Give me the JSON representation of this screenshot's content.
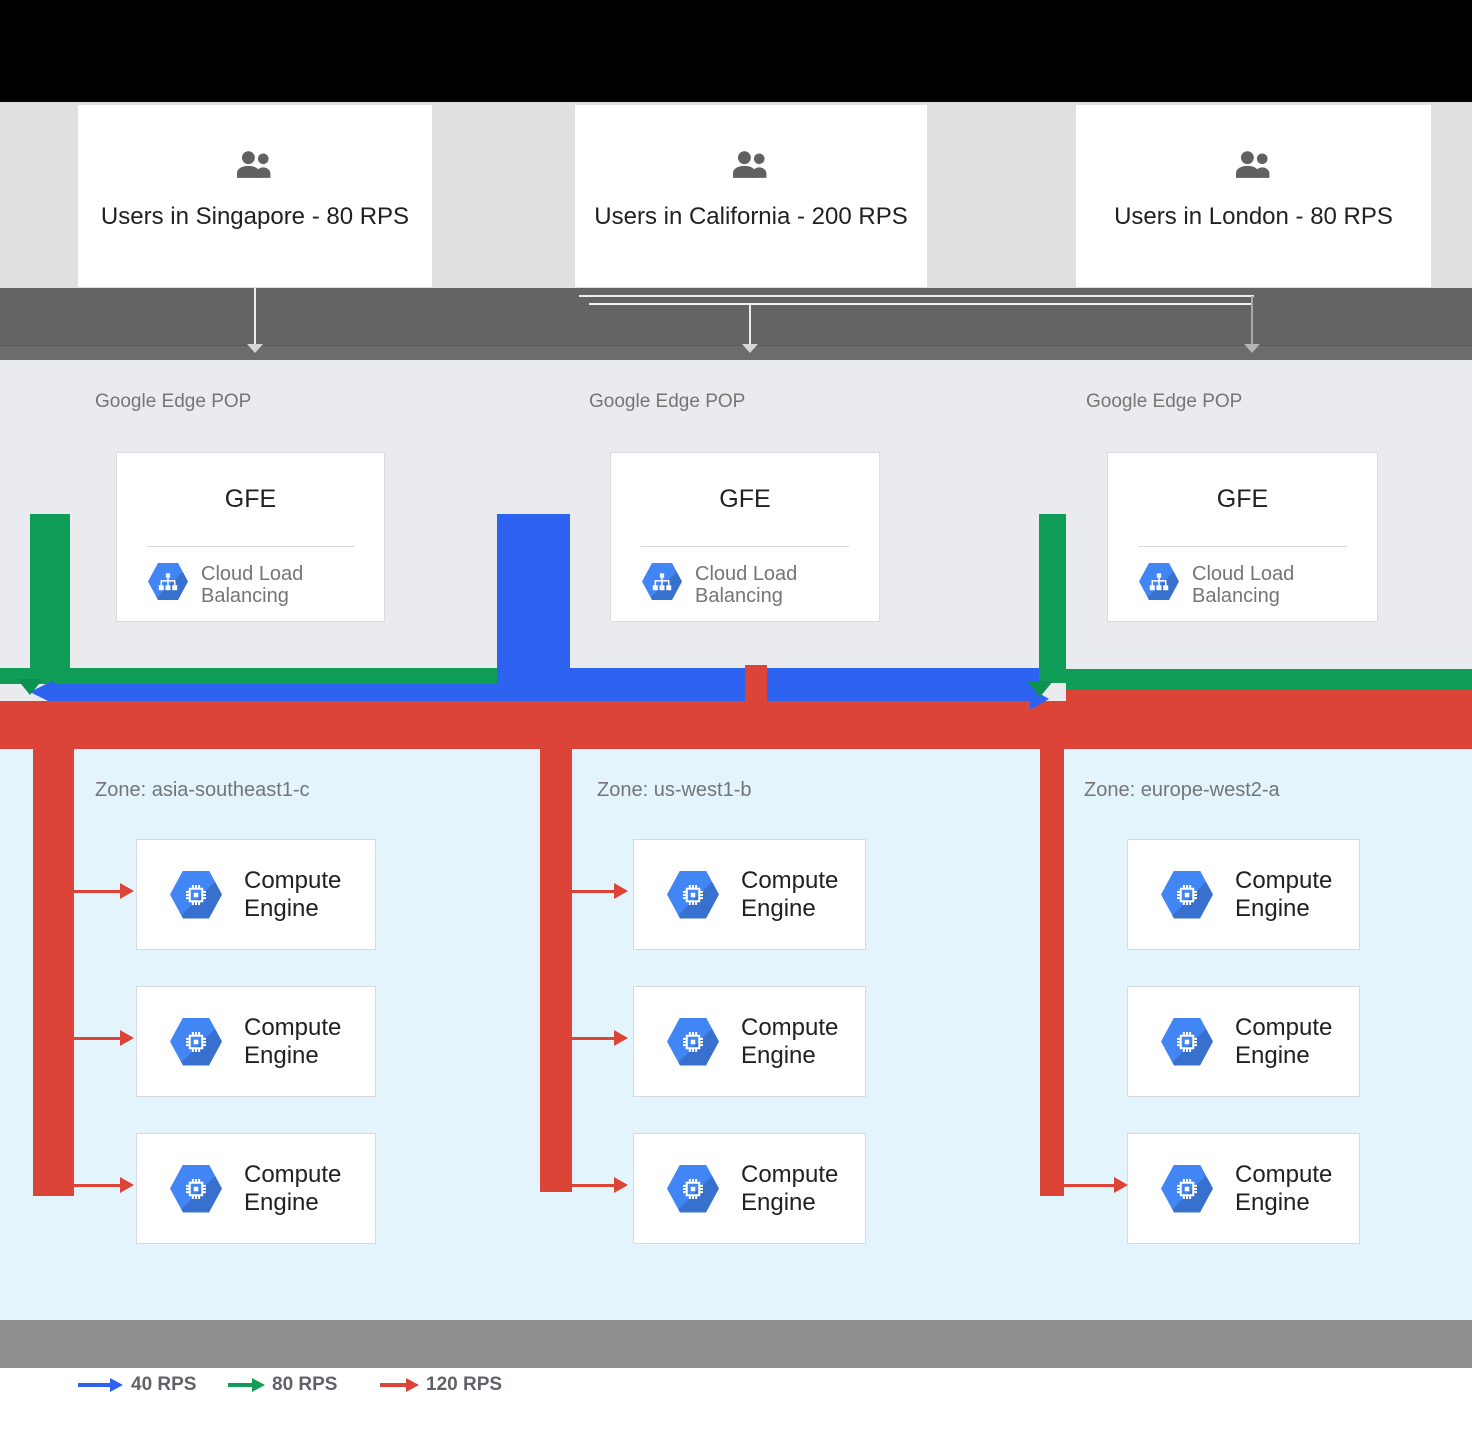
{
  "user_groups": [
    {
      "label": "Users in Singapore - 80 RPS"
    },
    {
      "label": "Users in California - 200 RPS"
    },
    {
      "label": "Users in London - 80 RPS"
    }
  ],
  "edge_pops": [
    {
      "region_label": "Google Edge POP",
      "gfe_label": "GFE",
      "service": "Cloud Load Balancing"
    },
    {
      "region_label": "Google Edge POP",
      "gfe_label": "GFE",
      "service": "Cloud Load Balancing"
    },
    {
      "region_label": "Google Edge POP",
      "gfe_label": "GFE",
      "service": "Cloud Load Balancing"
    }
  ],
  "zones": [
    {
      "label": "Zone: asia-southeast1-c",
      "instances": [
        {
          "label": "Compute Engine"
        },
        {
          "label": "Compute Engine"
        },
        {
          "label": "Compute Engine"
        }
      ]
    },
    {
      "label": "Zone: us-west1-b",
      "instances": [
        {
          "label": "Compute Engine"
        },
        {
          "label": "Compute Engine"
        },
        {
          "label": "Compute Engine"
        }
      ]
    },
    {
      "label": "Zone: europe-west2-a",
      "instances": [
        {
          "label": "Compute Engine"
        },
        {
          "label": "Compute Engine"
        },
        {
          "label": "Compute Engine"
        }
      ]
    }
  ],
  "legend": {
    "items": [
      {
        "label": "40 RPS",
        "color": "#2e63f2"
      },
      {
        "label": "80 RPS",
        "color": "#0f9d58"
      },
      {
        "label": "120 RPS",
        "color": "#db4437"
      }
    ]
  },
  "colors": {
    "flow_blue": "#2e63f2",
    "flow_green": "#0f9d58",
    "flow_red": "#db4437",
    "edge_pop_bg": "#e9ebee",
    "zone_bg": "#e3f4fd",
    "hexagon_blue": "#4285f4"
  }
}
